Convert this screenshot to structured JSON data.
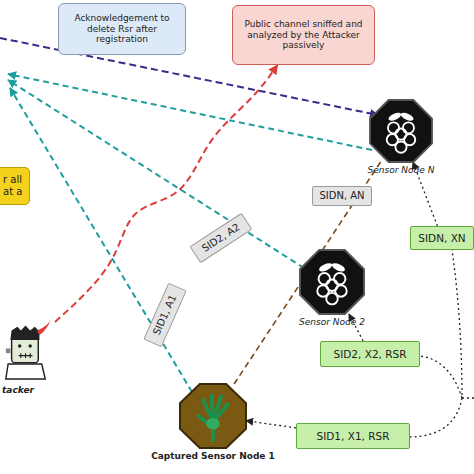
{
  "diagram": {
    "nodes": [
      {
        "text": [
          "Acknowledgement to delete Rsr after registration"
        ]
      },
      {
        "text": [
          "Public channel sniffed and analyzed by the Attacker passively"
        ]
      },
      {
        "text": [
          "Sensor Node N"
        ]
      },
      {
        "text": [
          "r all at a"
        ]
      },
      {
        "text": [
          "SIDN, AN"
        ]
      },
      {
        "text": [
          "SIDN, XN"
        ]
      },
      {
        "text": [
          "SID2, A2"
        ]
      },
      {
        "text": [
          "Sensor Node 2"
        ]
      },
      {
        "text": [
          "SID1, A1"
        ]
      },
      {
        "text": [
          "SID2, X2, RSR"
        ]
      },
      {
        "text": [
          "tacker"
        ]
      },
      {
        "text": [
          "SID1, X1, RSR"
        ]
      },
      {
        "text": [
          "Captured Sensor Node 1"
        ]
      }
    ],
    "edges": [
      {
        "from": 10,
        "to": 1,
        "arrow": "to"
      },
      {
        "from": 12,
        "to": 2,
        "arrow": "none"
      },
      {
        "from": 5,
        "to": 2,
        "arrow": "to"
      },
      {
        "from": 9,
        "to": 7,
        "arrow": "to"
      },
      {
        "from": 11,
        "to": 12,
        "arrow": "to"
      }
    ]
  }
}
